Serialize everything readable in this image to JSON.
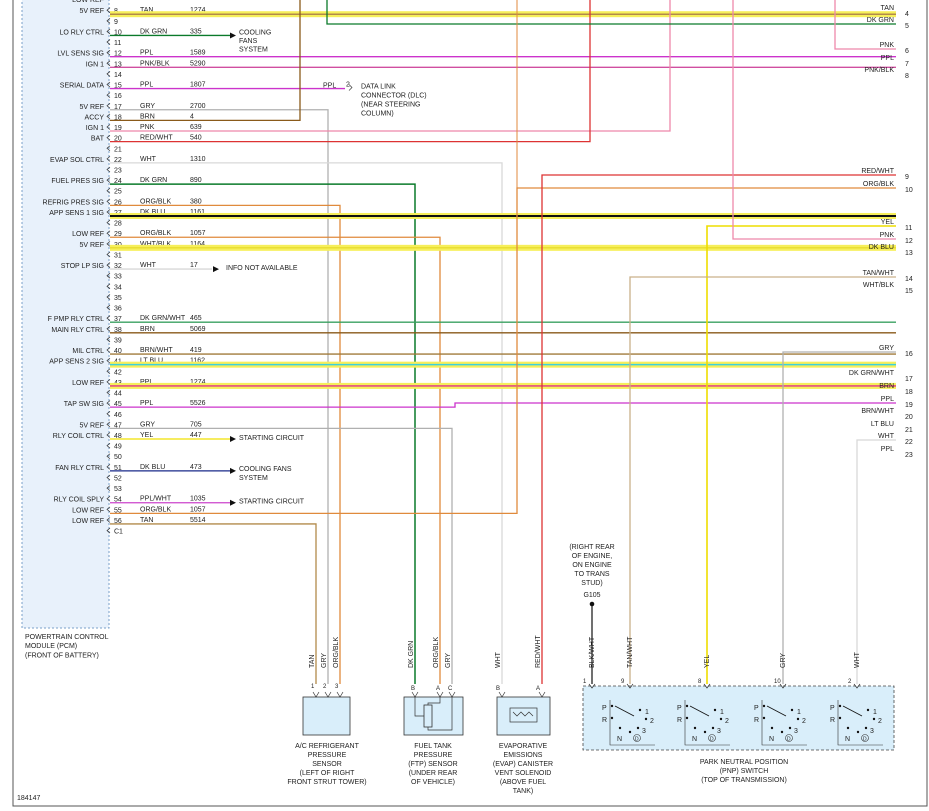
{
  "figure_id": "184147",
  "pcm_label": [
    "POWERTRAIN CONTROL",
    "MODULE (PCM)",
    "(FRONT OF BATTERY)"
  ],
  "top_labels": [
    "LOW REF"
  ],
  "pins": [
    {
      "pin": "8",
      "label": "5V REF",
      "color": "TAN",
      "circuit": "1274"
    },
    {
      "pin": "9",
      "label": "",
      "color": "",
      "circuit": ""
    },
    {
      "pin": "10",
      "label": "LO RLY CTRL",
      "color": "DK GRN",
      "circuit": "335"
    },
    {
      "pin": "11",
      "label": "",
      "color": "",
      "circuit": ""
    },
    {
      "pin": "12",
      "label": "LVL SENS SIG",
      "color": "PPL",
      "circuit": "1589"
    },
    {
      "pin": "13",
      "label": "IGN 1",
      "color": "PNK/BLK",
      "circuit": "5290"
    },
    {
      "pin": "14",
      "label": "",
      "color": "",
      "circuit": ""
    },
    {
      "pin": "15",
      "label": "SERIAL DATA",
      "color": "PPL",
      "circuit": "1807"
    },
    {
      "pin": "16",
      "label": "",
      "color": "",
      "circuit": ""
    },
    {
      "pin": "17",
      "label": "5V REF",
      "color": "GRY",
      "circuit": "2700"
    },
    {
      "pin": "18",
      "label": "ACCY",
      "color": "BRN",
      "circuit": "4"
    },
    {
      "pin": "19",
      "label": "IGN 1",
      "color": "PNK",
      "circuit": "639"
    },
    {
      "pin": "20",
      "label": "BAT",
      "color": "RED/WHT",
      "circuit": "540"
    },
    {
      "pin": "21",
      "label": "",
      "color": "",
      "circuit": ""
    },
    {
      "pin": "22",
      "label": "EVAP SOL CTRL",
      "color": "WHT",
      "circuit": "1310"
    },
    {
      "pin": "23",
      "label": "",
      "color": "",
      "circuit": ""
    },
    {
      "pin": "24",
      "label": "FUEL PRES SIG",
      "color": "DK GRN",
      "circuit": "890"
    },
    {
      "pin": "25",
      "label": "",
      "color": "",
      "circuit": ""
    },
    {
      "pin": "26",
      "label": "REFRIG PRES SIG",
      "color": "ORG/BLK",
      "circuit": "380"
    },
    {
      "pin": "27",
      "label": "APP SENS 1 SIG",
      "color": "DK BLU",
      "circuit": "1161"
    },
    {
      "pin": "28",
      "label": "",
      "color": "",
      "circuit": ""
    },
    {
      "pin": "29",
      "label": "LOW REF",
      "color": "ORG/BLK",
      "circuit": "1057"
    },
    {
      "pin": "30",
      "label": "5V REF",
      "color": "WHT/BLK",
      "circuit": "1164"
    },
    {
      "pin": "31",
      "label": "",
      "color": "",
      "circuit": ""
    },
    {
      "pin": "32",
      "label": "STOP LP SIG",
      "color": "WHT",
      "circuit": "17"
    },
    {
      "pin": "33",
      "label": "",
      "color": "",
      "circuit": ""
    },
    {
      "pin": "34",
      "label": "",
      "color": "",
      "circuit": ""
    },
    {
      "pin": "35",
      "label": "",
      "color": "",
      "circuit": ""
    },
    {
      "pin": "36",
      "label": "",
      "color": "",
      "circuit": ""
    },
    {
      "pin": "37",
      "label": "F PMP RLY CTRL",
      "color": "DK GRN/WHT",
      "circuit": "465"
    },
    {
      "pin": "38",
      "label": "MAIN RLY CTRL",
      "color": "BRN",
      "circuit": "5069"
    },
    {
      "pin": "39",
      "label": "",
      "color": "",
      "circuit": ""
    },
    {
      "pin": "40",
      "label": "MIL CTRL",
      "color": "BRN/WHT",
      "circuit": "419"
    },
    {
      "pin": "41",
      "label": "APP SENS 2 SIG",
      "color": "LT BLU",
      "circuit": "1162"
    },
    {
      "pin": "42",
      "label": "",
      "color": "",
      "circuit": ""
    },
    {
      "pin": "43",
      "label": "LOW REF",
      "color": "PPL",
      "circuit": "1274"
    },
    {
      "pin": "44",
      "label": "",
      "color": "",
      "circuit": ""
    },
    {
      "pin": "45",
      "label": "TAP SW SIG",
      "color": "PPL",
      "circuit": "5526"
    },
    {
      "pin": "46",
      "label": "",
      "color": "",
      "circuit": ""
    },
    {
      "pin": "47",
      "label": "5V REF",
      "color": "GRY",
      "circuit": "705"
    },
    {
      "pin": "48",
      "label": "RLY COIL CTRL",
      "color": "YEL",
      "circuit": "447"
    },
    {
      "pin": "49",
      "label": "",
      "color": "",
      "circuit": ""
    },
    {
      "pin": "50",
      "label": "",
      "color": "",
      "circuit": ""
    },
    {
      "pin": "51",
      "label": "FAN RLY CTRL",
      "color": "DK BLU",
      "circuit": "473"
    },
    {
      "pin": "52",
      "label": "",
      "color": "",
      "circuit": ""
    },
    {
      "pin": "53",
      "label": "",
      "color": "",
      "circuit": ""
    },
    {
      "pin": "54",
      "label": "RLY COIL SPLY",
      "color": "PPL/WHT",
      "circuit": "1035"
    },
    {
      "pin": "55",
      "label": "LOW REF",
      "color": "ORG/BLK",
      "circuit": "1057"
    },
    {
      "pin": "56",
      "label": "LOW REF",
      "color": "TAN",
      "circuit": "5514"
    },
    {
      "pin": "C1",
      "label": "",
      "color": "",
      "circuit": ""
    }
  ],
  "destinations": {
    "cooling_fans_1": [
      "COOLING",
      "FANS",
      "SYSTEM"
    ],
    "dlc_pin": "2",
    "dlc_color": "PPL",
    "dlc": [
      "DATA LINK",
      "CONNECTOR (DLC)",
      "(NEAR STEERING",
      "COLUMN)"
    ],
    "info": "INFO NOT AVAILABLE",
    "starting_1": "STARTING CIRCUIT",
    "cooling_fans_2": [
      "COOLING FANS",
      "SYSTEM"
    ],
    "starting_2": "STARTING CIRCUIT"
  },
  "right_wires": [
    {
      "label": "TAN",
      "num": "4"
    },
    {
      "label": "DK GRN",
      "num": "5"
    },
    {
      "label": "PNK",
      "num": "6"
    },
    {
      "label": "PPL",
      "num": "7"
    },
    {
      "label": "PNK/BLK",
      "num": "8"
    },
    {
      "label": "RED/WHT",
      "num": "9"
    },
    {
      "label": "ORG/BLK",
      "num": "10"
    },
    {
      "label": "YEL",
      "num": "11"
    },
    {
      "label": "PNK",
      "num": "12"
    },
    {
      "label": "DK BLU",
      "num": "13"
    },
    {
      "label": "TAN/WHT",
      "num": "14"
    },
    {
      "label": "WHT/BLK",
      "num": "15"
    },
    {
      "label": "GRY",
      "num": "16"
    },
    {
      "label": "DK GRN/WHT",
      "num": "17"
    },
    {
      "label": "BRN",
      "num": "18"
    },
    {
      "label": "PPL",
      "num": "19"
    },
    {
      "label": "BRN/WHT",
      "num": "20"
    },
    {
      "label": "LT BLU",
      "num": "21"
    },
    {
      "label": "WHT",
      "num": "22"
    },
    {
      "label": "PPL",
      "num": "23"
    }
  ],
  "right_top_partial": {
    "label": "TAN",
    "num": "4"
  },
  "components": {
    "ac_sensor": [
      "A/C REFRIGERANT",
      "PRESSURE",
      "SENSOR",
      "(LEFT OF RIGHT",
      "FRONT STRUT TOWER)"
    ],
    "ac_wires": [
      "TAN",
      "GRY",
      "ORG/BLK"
    ],
    "ac_pins": [
      "1",
      "2",
      "3"
    ],
    "ftp_sensor": [
      "FUEL TANK",
      "PRESSURE",
      "(FTP) SENSOR",
      "(UNDER REAR",
      "OF VEHICLE)"
    ],
    "ftp_wires": [
      "DK GRN",
      "ORG/BLK",
      "GRY"
    ],
    "ftp_pins": [
      "B",
      "A",
      "C"
    ],
    "evap": [
      "EVAPORATIVE",
      "EMISSIONS",
      "(EVAP) CANISTER",
      "VENT SOLENOID",
      "(ABOVE FUEL",
      "TANK)"
    ],
    "evap_wires": [
      "WHT",
      "RED/WHT"
    ],
    "evap_pins": [
      "B",
      "A"
    ],
    "ground": [
      "(RIGHT REAR",
      "OF ENGINE,",
      "ON ENGINE",
      "TO TRANS",
      "STUD)"
    ],
    "ground_id": "G105",
    "pnp_wires": [
      "BLK/WHT",
      "TAN/WHT",
      "YEL",
      "GRY",
      "WHT"
    ],
    "pnp_pins": [
      "1",
      "9",
      "8",
      "10",
      "2"
    ],
    "pnp": [
      "PARK NEUTRAL POSITION",
      "(PNP) SWITCH",
      "(TOP OF TRANSMISSION)"
    ],
    "pnp_positions": [
      "P",
      "R",
      "N",
      "D",
      "1",
      "2",
      "3"
    ]
  },
  "wire_colors": {
    "TAN": "#b28a4a",
    "DK_GRN": "#0a7a2a",
    "PPL": "#cc33cc",
    "PNK": "#ee88aa",
    "PNK_BLK": "#d04fa0",
    "GRY": "#b0b0b0",
    "BRN": "#8a5a1a",
    "RED_WHT": "#dd3333",
    "WHT": "#d8d8d8",
    "ORG_BLK": "#e08a3c",
    "DK_BLU": "#1a2a8a",
    "WHT_BLK": "#f0e040",
    "YEL": "#f0e000",
    "LT_BLU": "#49c8f0",
    "DK_GRN_WHT": "#3aa060",
    "BRN_WHT": "#a07a3a",
    "TAN_WHT": "#c9b08a",
    "PPL_WHT": "#cc44cc",
    "BLK": "#111111"
  }
}
